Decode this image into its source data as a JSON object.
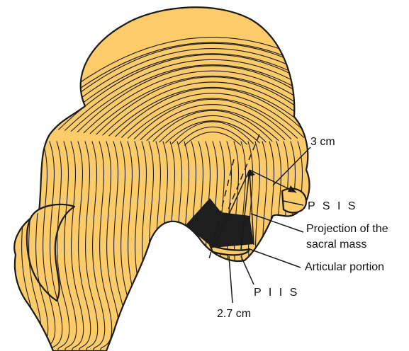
{
  "colors": {
    "bone": "#FCCB6A",
    "ink": "#1a1a1a",
    "sacral_projection": "#1e1e1e"
  },
  "labels": {
    "measure_top": "3 cm",
    "psis": "P S I S",
    "projection_line1": "Projection of the",
    "projection_line2": "sacral mass",
    "articular": "Articular portion",
    "piis": "P I I S",
    "measure_bottom": "2.7 cm"
  }
}
